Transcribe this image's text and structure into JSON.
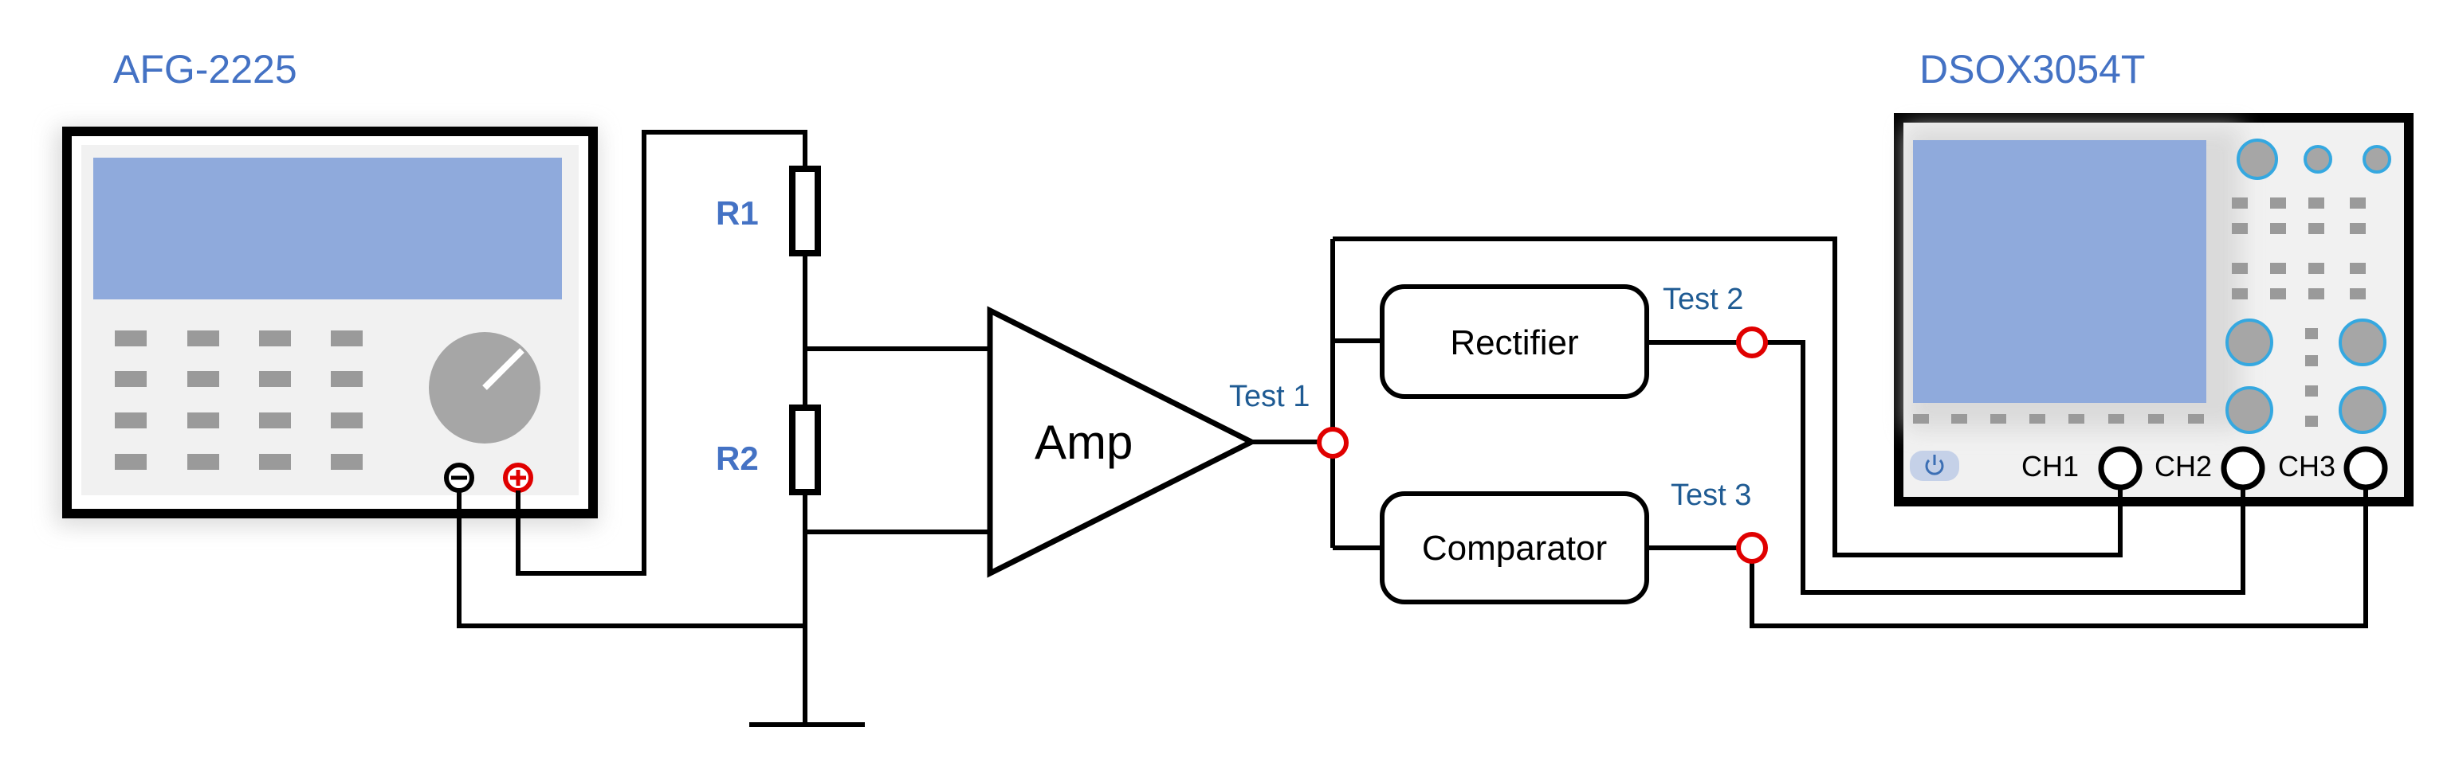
{
  "generator": {
    "title": "AFG-2225"
  },
  "oscilloscope": {
    "title": "DSOX3054T",
    "channels": [
      "CH1",
      "CH2",
      "CH3"
    ]
  },
  "resistors": {
    "r1": "R1",
    "r2": "R2"
  },
  "amp": {
    "label": "Amp"
  },
  "blocks": {
    "rectifier": "Rectifier",
    "comparator": "Comparator"
  },
  "test_points": {
    "t1": "Test 1",
    "t2": "Test 2",
    "t3": "Test 3"
  },
  "colors": {
    "title_blue": "#4472c4",
    "screen_blue": "#8faadc",
    "test_label_blue": "#1f5b93",
    "test_point_red": "#e00000",
    "knob_ring_blue": "#35a8e0"
  },
  "icons": {
    "generator_negative_terminal": "minus-terminal-icon",
    "generator_positive_terminal": "plus-terminal-icon",
    "scope_power": "power-icon",
    "ground": "ground-icon"
  }
}
